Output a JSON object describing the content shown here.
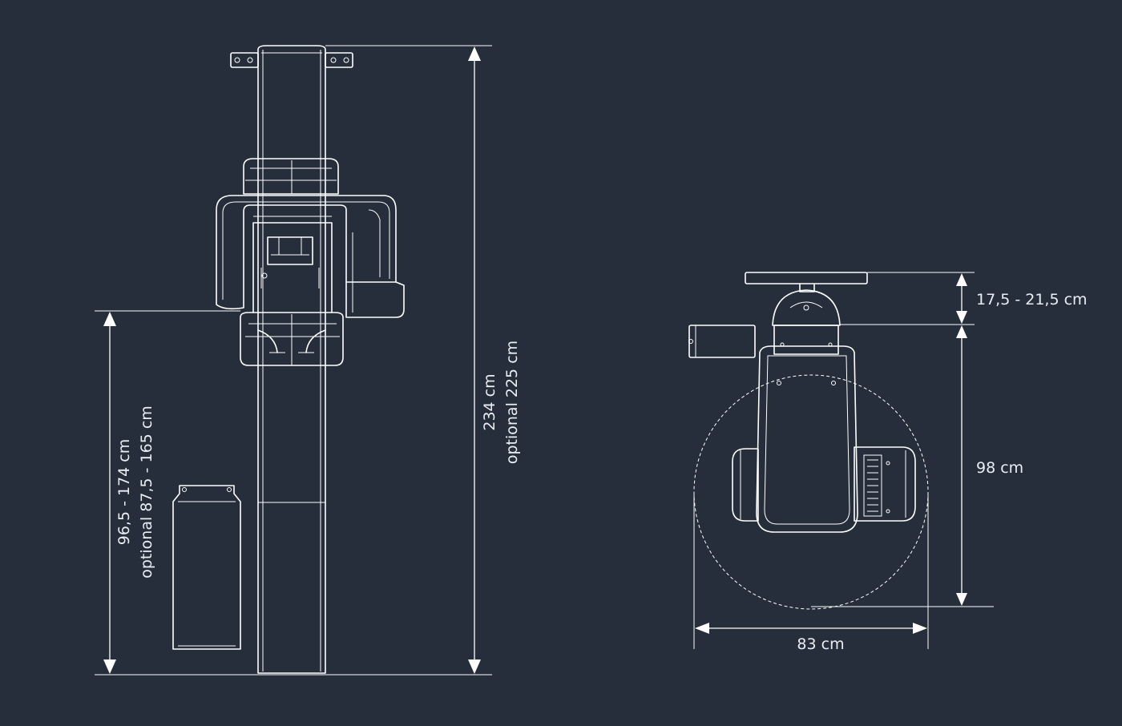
{
  "colors": {
    "background": "#252e3a",
    "line": "#ffffff",
    "text": "#e9eef3"
  },
  "front_view": {
    "height_total_label": "234 cm",
    "height_total_optional_label": "optional 225 cm",
    "height_adjust_label": "96,5 - 174 cm",
    "height_adjust_optional_label": "optional 87,5 - 165 cm"
  },
  "top_view": {
    "mount_depth_label": "17,5 - 21,5 cm",
    "depth_label": "98 cm",
    "width_label": "83 cm"
  }
}
